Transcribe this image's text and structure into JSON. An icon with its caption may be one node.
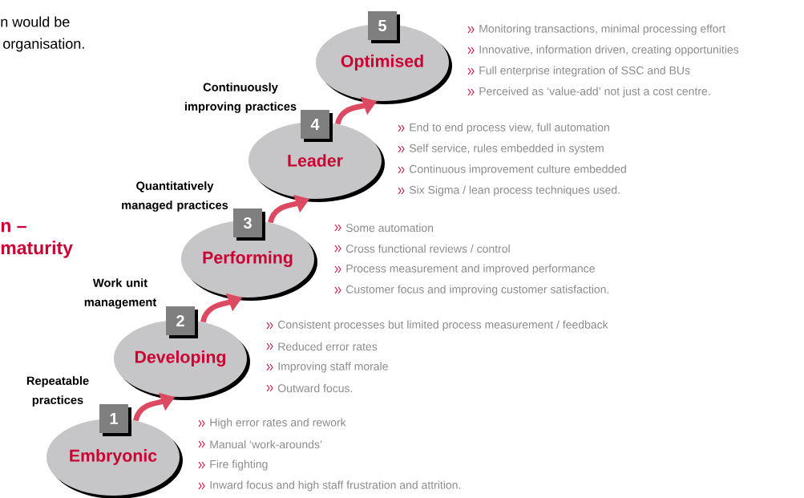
{
  "diagram": {
    "nodes": [
      {
        "text": [
          "Embryonic"
        ],
        "beside": [
          "High error rates and rework",
          "Manual ‘work-arounds’",
          "Fire fighting",
          "Inward focus and high staff frustration and attrition."
        ]
      },
      {
        "text": [
          "Developing"
        ],
        "beside": [
          "Consistent processes but limited process measurement / feedback",
          "Reduced error rates",
          "Improving staff morale",
          "Outward focus."
        ]
      },
      {
        "text": [
          "Performing"
        ],
        "beside": [
          "Some automation",
          "Cross functional reviews / control",
          "Process measurement and improved performance",
          "Customer focus and improving customer satisfaction."
        ]
      },
      {
        "text": [
          "Leader"
        ],
        "beside": [
          "End to end process view, full automation",
          "Self service, rules embedded in system",
          "Continuous improvement culture embedded",
          "Six Sigma / lean process techniques used."
        ]
      },
      {
        "text": [
          "Optimised"
        ],
        "beside": [
          "Monitoring transactions, minimal processing effort",
          "Innovative, information driven, creating opportunities",
          "Full enterprise integration of SSC and BUs",
          "Perceived as ‘value-add’ not just a cost centre."
        ]
      },
      {
        "text": [
          "1"
        ]
      },
      {
        "text": [
          "2"
        ]
      },
      {
        "text": [
          "3"
        ]
      },
      {
        "text": [
          "4"
        ]
      },
      {
        "text": [
          "5"
        ]
      }
    ],
    "edges": [
      {
        "from": 0,
        "to": 1,
        "arrow": "to",
        "label": "Repeatable practices"
      },
      {
        "from": 1,
        "to": 2,
        "arrow": "to",
        "label": "Work unit management"
      },
      {
        "from": 2,
        "to": 3,
        "arrow": "to",
        "label": "Quantitatively managed practices"
      },
      {
        "from": 3,
        "to": 4,
        "arrow": "to",
        "label": "Continuously improving practices"
      }
    ],
    "labels": [
      "n would be",
      "organisation.",
      "n –",
      "maturity"
    ]
  }
}
